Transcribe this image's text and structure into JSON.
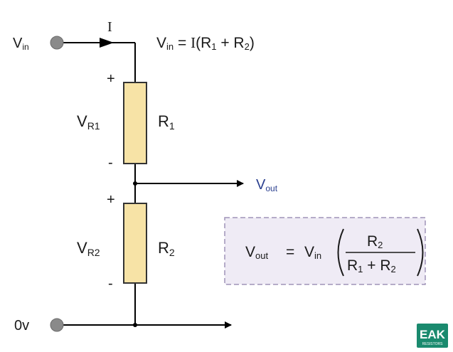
{
  "nodes": {
    "vin_label": "V",
    "vin_sub": "in",
    "ground_label": "0v",
    "vout_label": "V",
    "vout_sub": "out"
  },
  "current": {
    "label": "I"
  },
  "resistors": [
    {
      "name": "R",
      "sub": "1",
      "voltage_label": "V",
      "voltage_sub": "R1",
      "plus": "+",
      "minus": "-"
    },
    {
      "name": "R",
      "sub": "2",
      "voltage_label": "V",
      "voltage_sub": "R2",
      "plus": "+",
      "minus": "-"
    }
  ],
  "equations": {
    "ohms_law": {
      "lhs": "V",
      "lhs_sub": "in",
      "eq": " = ",
      "rhs_i": "I",
      "rhs_open": "(R",
      "r1_sub": "1",
      "plus": " + R",
      "r2_sub": "2",
      "rhs_close": ")"
    },
    "divider": {
      "lhs": "V",
      "lhs_sub": "out",
      "eq": "=",
      "vin": "V",
      "vin_sub": "in",
      "num": "R",
      "num_sub": "2",
      "den_a": "R",
      "den_a_sub": "1",
      "den_plus": " + R",
      "den_b_sub": "2"
    }
  },
  "logo": {
    "text": "EAK",
    "subtext": "RESISTORS",
    "color": "#1a8a6e"
  },
  "colors": {
    "wire": "#000000",
    "resistor_fill": "#f7e3a6",
    "resistor_stroke": "#333333",
    "terminal": "#8a8a8a",
    "formula_box_fill": "#efebf5",
    "formula_box_stroke": "#9f93b8",
    "vout_text": "#2a3f8f"
  }
}
